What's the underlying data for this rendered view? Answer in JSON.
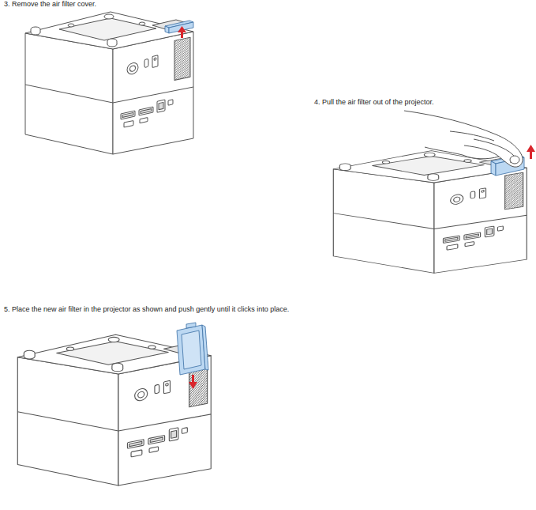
{
  "diagram": {
    "labels": [
      "3. Remove the air filter cover.",
      "4. Pull the air filter out of the projector.",
      "5. Place the new air filter in the projector as shown and push gently until it clicks into place."
    ]
  }
}
